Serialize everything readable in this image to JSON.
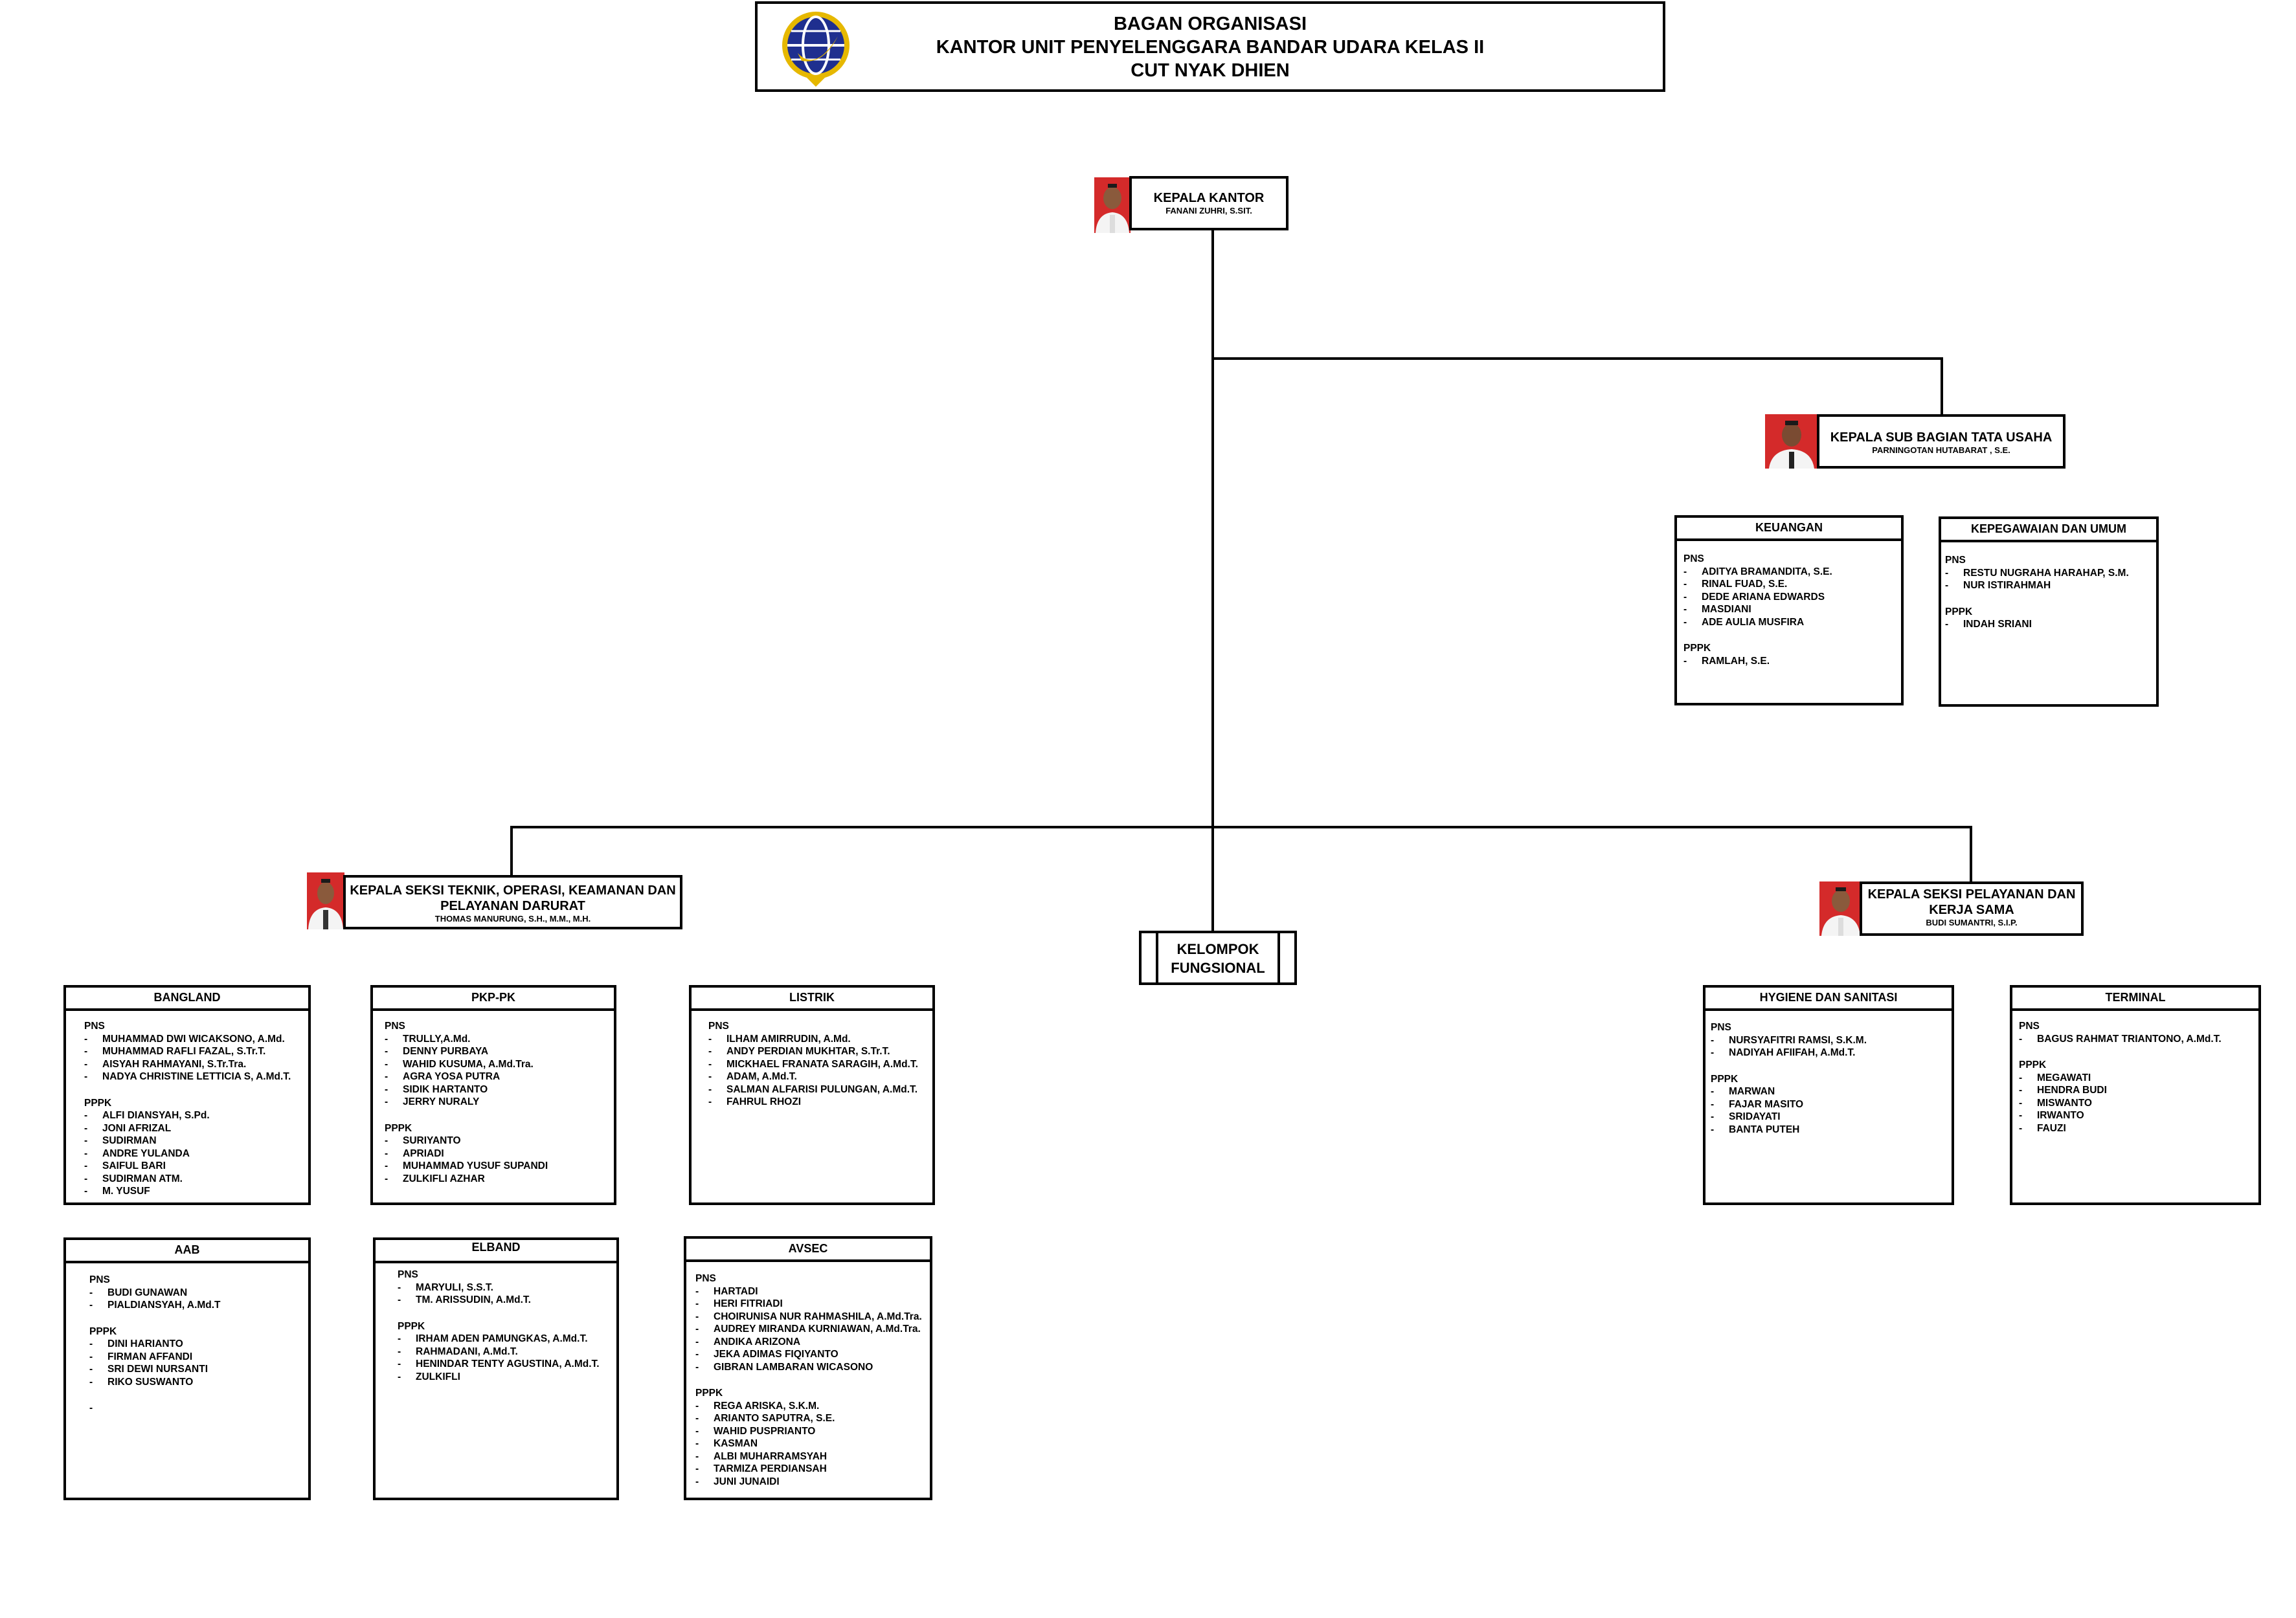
{
  "header": {
    "title_line1": "BAGAN ORGANISASI",
    "title_line2": "KANTOR UNIT PENYELENGGARA BANDAR UDARA KELAS II",
    "title_line3": "CUT NYAK DHIEN",
    "logo_icon": "dephub-globe-logo-icon"
  },
  "colors": {
    "logo_blue": "#1f2f8f",
    "logo_gold": "#e6b800",
    "photo_red": "#d42a2a"
  },
  "heads": {
    "kepala_kantor": {
      "title": "KEPALA KANTOR",
      "name": "FANANI ZUHRI, S.SIT."
    },
    "tata_usaha": {
      "title": "KEPALA SUB BAGIAN TATA USAHA",
      "name": "PARNINGOTAN HUTABARAT , S.E."
    },
    "teknik": {
      "title_line1": "KEPALA SEKSI TEKNIK, OPERASI, KEAMANAN DAN",
      "title_line2": "PELAYANAN DARURAT",
      "name": "THOMAS MANURUNG, S.H., M.M., M.H."
    },
    "pelayanan": {
      "title_line1": "KEPALA SEKSI PELAYANAN DAN",
      "title_line2": "KERJA SAMA",
      "name": "BUDI SUMANTRI, S.I.P."
    }
  },
  "kelompok": {
    "line1": "KELOMPOK",
    "line2": "FUNGSIONAL"
  },
  "units": {
    "keuangan": {
      "title": "KEUANGAN",
      "groups": [
        {
          "label": "PNS",
          "items": [
            "ADITYA BRAMANDITA, S.E.",
            "RINAL FUAD, S.E.",
            "DEDE ARIANA EDWARDS",
            "MASDIANI",
            "ADE AULIA MUSFIRA"
          ]
        },
        {
          "label": "PPPK",
          "items": [
            "RAMLAH, S.E."
          ]
        }
      ]
    },
    "kepegawaian": {
      "title": "KEPEGAWAIAN DAN UMUM",
      "groups": [
        {
          "label": "PNS",
          "items": [
            "RESTU NUGRAHA HARAHAP, S.M.",
            "NUR ISTIRAHMAH"
          ]
        },
        {
          "label": "PPPK",
          "items": [
            "INDAH SRIANI"
          ]
        }
      ]
    },
    "bangland": {
      "title": "BANGLAND",
      "groups": [
        {
          "label": "PNS",
          "items": [
            "MUHAMMAD DWI WICAKSONO, A.Md.",
            "MUHAMMAD RAFLI FAZAL, S.Tr.T.",
            "AISYAH RAHMAYANI, S.Tr.Tra.",
            "NADYA CHRISTINE LETTICIA S, A.Md.T."
          ]
        },
        {
          "label": "PPPK",
          "items": [
            "ALFI DIANSYAH, S.Pd.",
            "JONI AFRIZAL",
            "SUDIRMAN",
            "ANDRE YULANDA",
            "SAIFUL BARI",
            "SUDIRMAN ATM.",
            "M. YUSUF"
          ]
        }
      ]
    },
    "pkppk": {
      "title": "PKP-PK",
      "groups": [
        {
          "label": "PNS",
          "items": [
            "TRULLY,A.Md.",
            "DENNY PURBAYA",
            "WAHID KUSUMA, A.Md.Tra.",
            "AGRA YOSA PUTRA",
            "SIDIK HARTANTO",
            "JERRY NURALY"
          ]
        },
        {
          "label": "PPPK",
          "items": [
            "SURIYANTO",
            "APRIADI",
            "MUHAMMAD YUSUF SUPANDI",
            "ZULKIFLI AZHAR"
          ]
        }
      ]
    },
    "listrik": {
      "title": "LISTRIK",
      "groups": [
        {
          "label": "PNS",
          "items": [
            "ILHAM AMIRRUDIN, A.Md.",
            "ANDY PERDIAN MUKHTAR, S.Tr.T.",
            "MICKHAEL FRANATA SARAGIH, A.Md.T.",
            "ADAM, A.Md.T.",
            "SALMAN ALFARISI PULUNGAN, A.Md.T.",
            "FAHRUL RHOZI"
          ]
        }
      ]
    },
    "aab": {
      "title": "AAB",
      "groups": [
        {
          "label": "PNS",
          "items": [
            "BUDI GUNAWAN",
            "PIALDIANSYAH, A.Md.T"
          ]
        },
        {
          "label": "PPPK",
          "items": [
            "DINI HARIANTO",
            "FIRMAN AFFANDI",
            "SRI DEWI NURSANTI",
            "RIKO SUSWANTO"
          ]
        }
      ],
      "trailing_dash": "-"
    },
    "elband": {
      "title": "ELBAND",
      "groups": [
        {
          "label": "PNS",
          "items": [
            "MARYULI, S.S.T.",
            "TM. ARISSUDIN, A.Md.T."
          ]
        },
        {
          "label": "PPPK",
          "items": [
            "IRHAM ADEN PAMUNGKAS, A.Md.T.",
            "RAHMADANI, A.Md.T.",
            "HENINDAR TENTY AGUSTINA, A.Md.T.",
            "ZULKIFLI"
          ]
        }
      ]
    },
    "avsec": {
      "title": "AVSEC",
      "groups": [
        {
          "label": "PNS",
          "items": [
            "HARTADI",
            "HERI FITRIADI",
            "CHOIRUNISA NUR RAHMASHILA, A.Md.Tra.",
            "AUDREY MIRANDA KURNIAWAN, A.Md.Tra.",
            "ANDIKA ARIZONA",
            "JEKA ADIMAS FIQIYANTO",
            "GIBRAN LAMBARAN WICASONO"
          ]
        },
        {
          "label": "PPPK",
          "items": [
            "REGA ARISKA, S.K.M.",
            "ARIANTO SAPUTRA, S.E.",
            "WAHID PUSPRIANTO",
            "KASMAN",
            "ALBI MUHARRAMSYAH",
            "TARMIZA PERDIANSAH",
            "JUNI JUNAIDI"
          ]
        }
      ]
    },
    "hygiene": {
      "title": "HYGIENE DAN SANITASI",
      "groups": [
        {
          "label": "PNS",
          "items": [
            "NURSYAFITRI RAMSI, S.K.M.",
            "NADIYAH AFIIFAH, A.Md.T."
          ]
        },
        {
          "label": "PPPK",
          "items": [
            "MARWAN",
            "FAJAR MASITO",
            "SRIDAYATI",
            "BANTA PUTEH"
          ]
        }
      ]
    },
    "terminal": {
      "title": "TERMINAL",
      "groups": [
        {
          "label": "PNS",
          "items": [
            "BAGUS RAHMAT TRIANTONO, A.Md.T."
          ]
        },
        {
          "label": "PPPK",
          "items": [
            "MEGAWATI",
            "HENDRA BUDI",
            "MISWANTO",
            "IRWANTO",
            "FAUZI"
          ]
        }
      ]
    }
  }
}
